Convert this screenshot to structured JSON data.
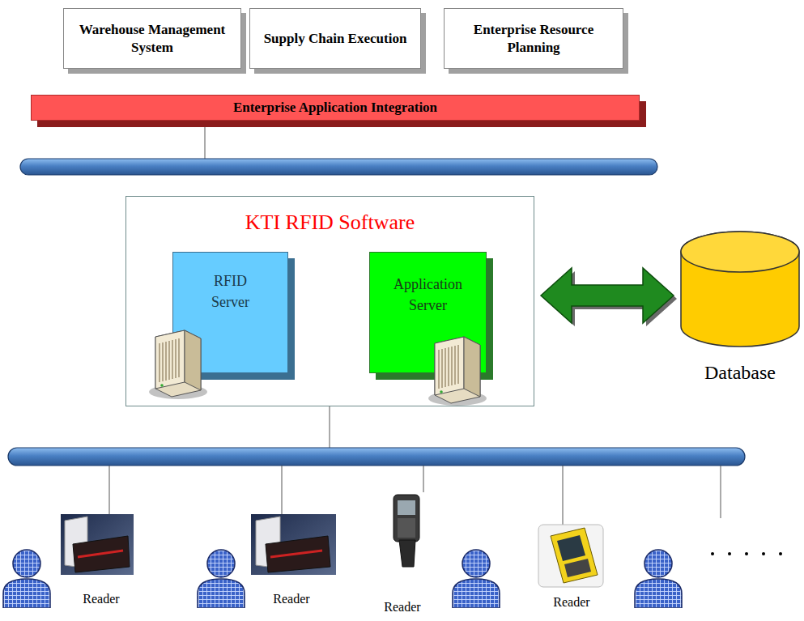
{
  "diagram": {
    "nodes": [
      {
        "text": [
          "Warehouse Management System"
        ]
      },
      {
        "text": [
          "Supply Chain Execution"
        ]
      },
      {
        "text": [
          "Enterprise Resource Planning"
        ]
      },
      {
        "text": [
          "Enterprise Application Integration"
        ]
      },
      {
        "text": [
          "KTI RFID Software"
        ]
      },
      {
        "text": [
          "RFID Server"
        ],
        "in": 4
      },
      {
        "text": [
          "Application Server"
        ],
        "in": 4
      },
      {
        "text": [
          "Database"
        ]
      }
    ],
    "edges": [
      {
        "from": 4,
        "to": 7,
        "arrow": "both"
      }
    ],
    "labels": [
      "Reader",
      "Reader",
      "Reader",
      "Reader"
    ]
  }
}
